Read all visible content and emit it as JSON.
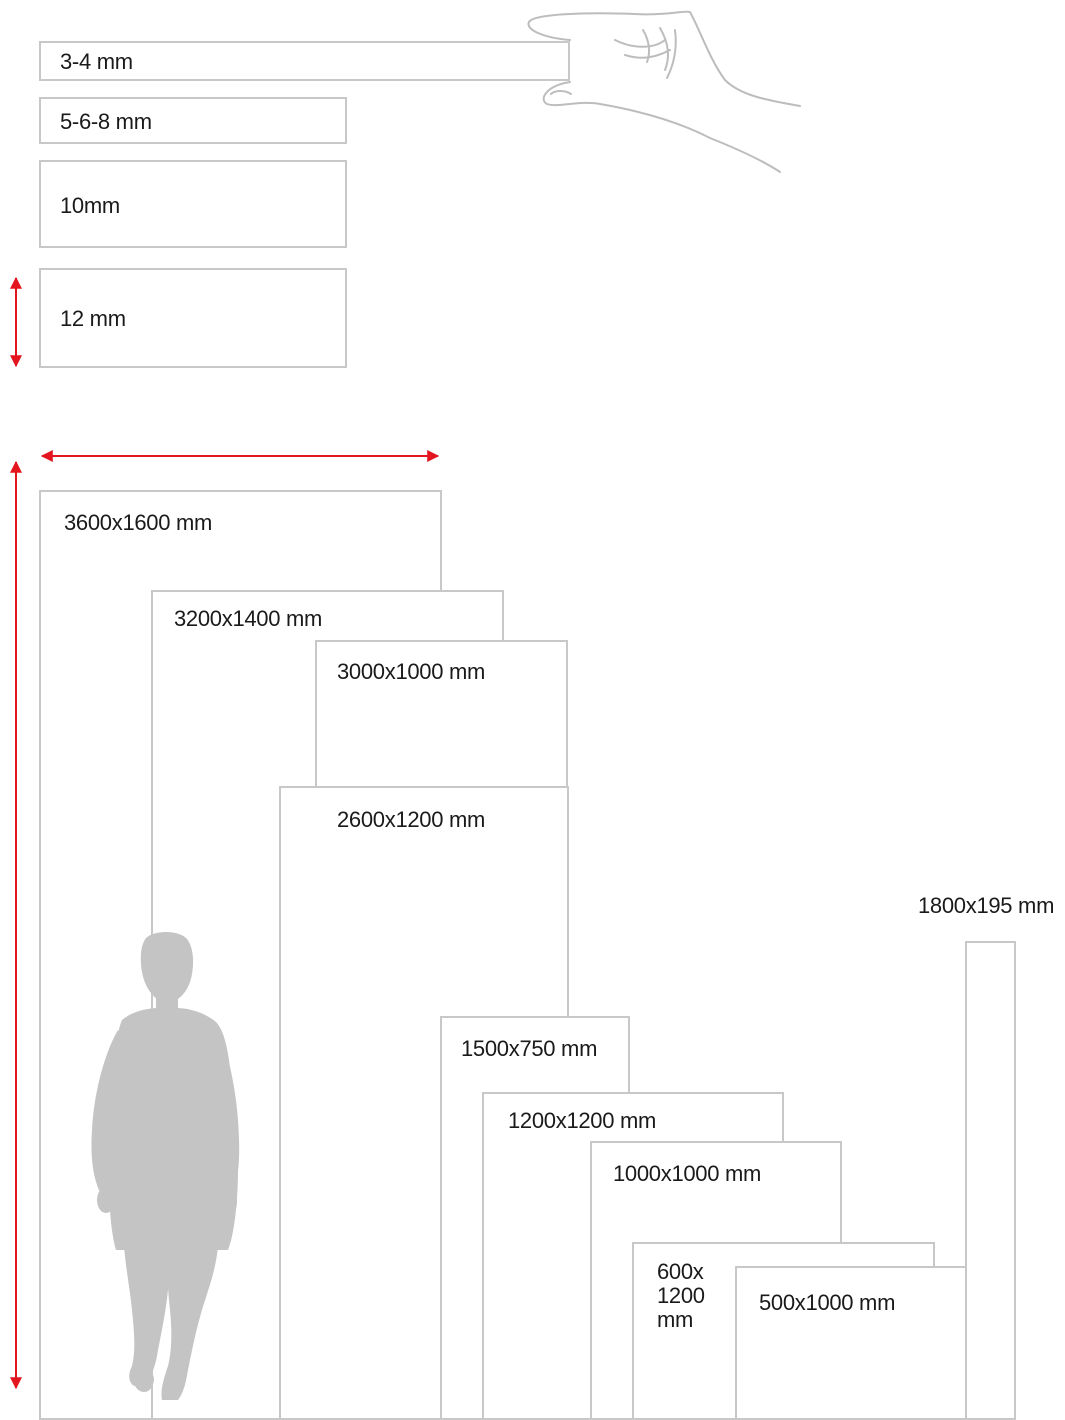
{
  "thickness": {
    "items": [
      {
        "id": "t-3-4",
        "label": "3-4 mm"
      },
      {
        "id": "t-5-6-8",
        "label": "5-6-8 mm"
      },
      {
        "id": "t-10",
        "label": "10mm"
      },
      {
        "id": "t-12",
        "label": "12 mm"
      }
    ]
  },
  "formats": {
    "items": [
      {
        "id": "f-3600x1600",
        "label": "3600x1600 mm"
      },
      {
        "id": "f-3200x1400",
        "label": "3200x1400 mm"
      },
      {
        "id": "f-3000x1000",
        "label": "3000x1000 mm"
      },
      {
        "id": "f-2600x1200",
        "label": "2600x1200 mm"
      },
      {
        "id": "f-1500x750",
        "label": "1500x750 mm"
      },
      {
        "id": "f-1200x1200",
        "label": "1200x1200 mm"
      },
      {
        "id": "f-1000x1000",
        "label": "1000x1000 mm"
      },
      {
        "id": "f-600x1200",
        "label": "600x\n1200\nmm"
      },
      {
        "id": "f-500x1000",
        "label": "500x1000 mm"
      },
      {
        "id": "f-1800x195",
        "label": "1800x195 mm"
      }
    ]
  },
  "colors": {
    "arrow": "#e3161f",
    "outline": "#c8c8c8",
    "silhouette": "#c4c4c4",
    "hand": "#bdbdbd"
  },
  "icons": {
    "human": "person-silhouette-icon",
    "hand": "hand-pinch-icon",
    "arrows": "double-arrow-icon"
  }
}
